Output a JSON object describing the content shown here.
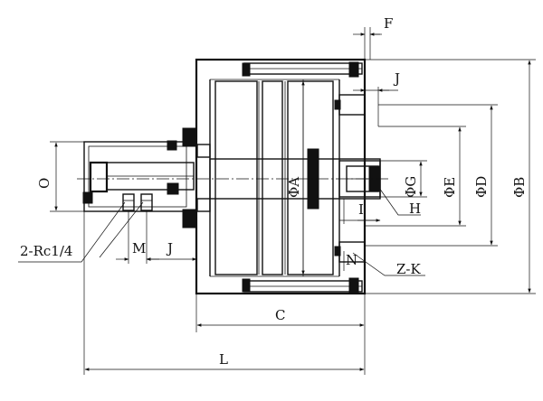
{
  "labels": {
    "F": "F",
    "J_top": "J",
    "O": "O",
    "phiA": "ΦA",
    "phiG": "ΦG",
    "phiE": "ΦE",
    "phiD": "ΦD",
    "phiB": "ΦB",
    "H": "H",
    "I": "I",
    "N": "N",
    "ZK": "Z-K",
    "Rc": "2-Rc1/4",
    "M": "M",
    "J_bottom": "J",
    "C": "C",
    "L": "L"
  }
}
